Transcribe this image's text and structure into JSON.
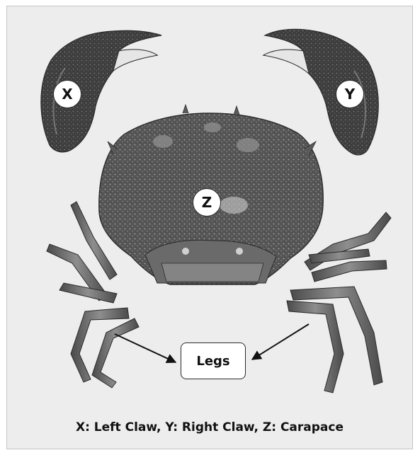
{
  "figure": {
    "labels": {
      "x": "X",
      "y": "Y",
      "z": "Z"
    },
    "legs_label": "Legs",
    "caption": "X: Left Claw, Y: Right Claw, Z: Carapace"
  },
  "colors": {
    "panel_background": "#ededed",
    "crab_shell": "#5a5a5a",
    "crab_dark": "#2e2e2e",
    "crab_light": "#9a9a9a",
    "label_fill": "#ffffff",
    "outline": "#2a2a2a"
  }
}
